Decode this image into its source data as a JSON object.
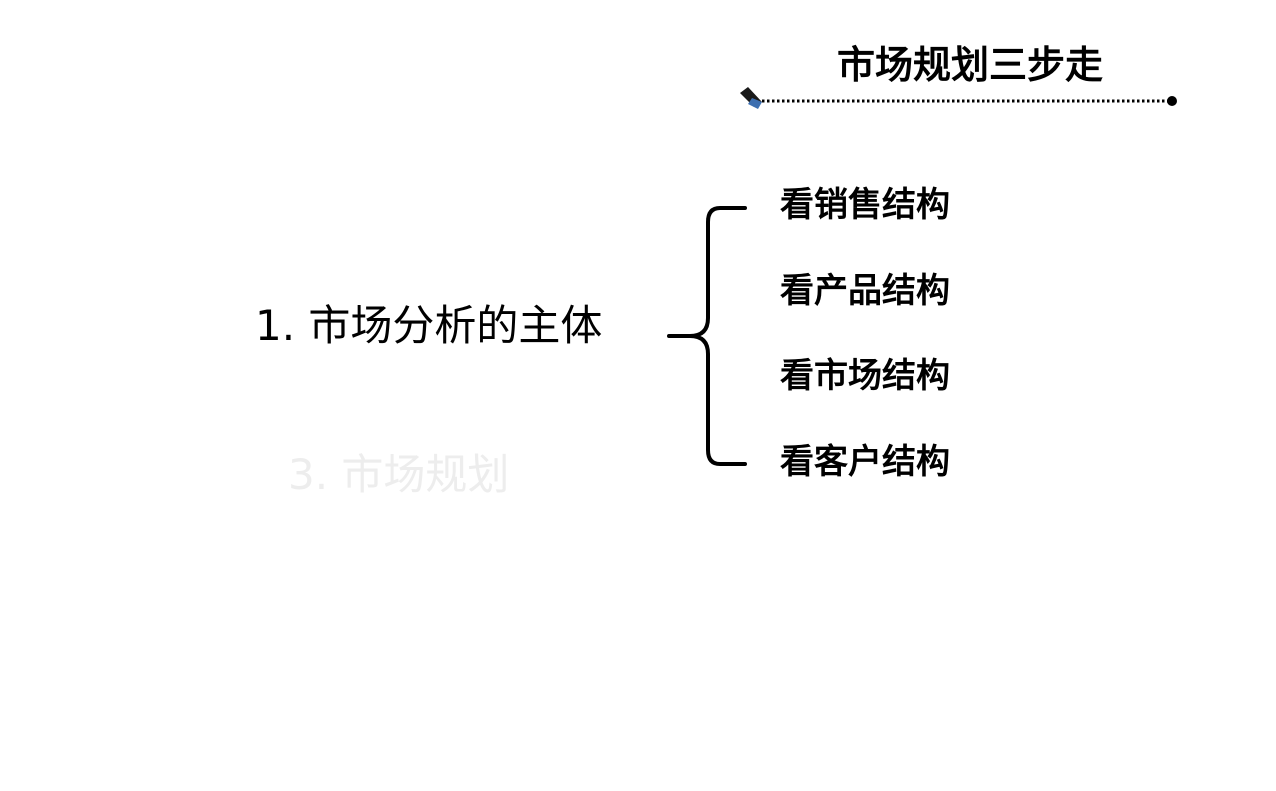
{
  "title": "市场规划三步走",
  "main_topic": "1.  市场分析的主体",
  "faded_topic": "3.  市场规划",
  "sub_items": [
    {
      "label": "看销售结构"
    },
    {
      "label": "看产品结构"
    },
    {
      "label": "看市场结构"
    },
    {
      "label": "看客户结构"
    }
  ],
  "colors": {
    "text": "#000000",
    "faded_text": "#ededed",
    "rule_marker_blue": "#3d6fb0",
    "background": "#ffffff"
  },
  "icons": {
    "rule_start": "pencil-tip-icon",
    "rule_end": "dot-icon"
  }
}
